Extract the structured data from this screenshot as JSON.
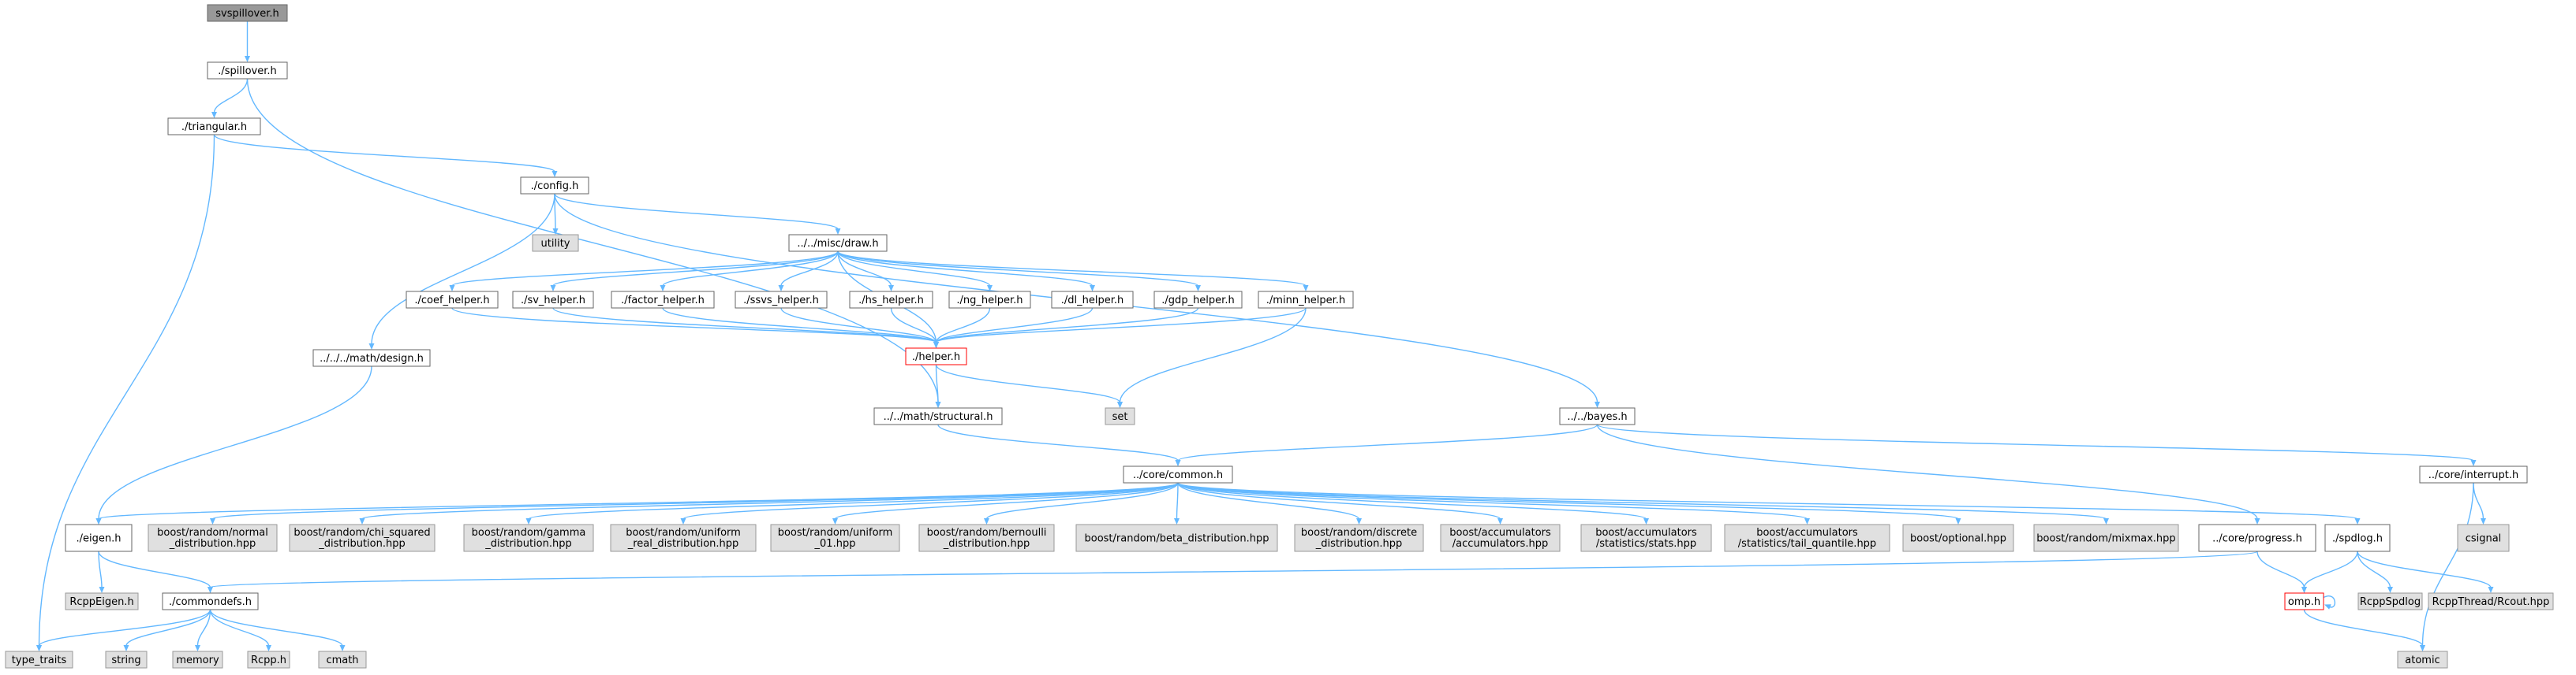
{
  "colors": {
    "edge": "#63b8ff",
    "root_fill": "#999999",
    "file_fill": "#ffffff",
    "file_stroke": "#666666",
    "system_fill": "#e0e0e0",
    "system_stroke": "#999999",
    "missing_stroke": "#ff0000"
  },
  "nodes": [
    {
      "id": "svspillover",
      "lines": [
        "svspillover.h"
      ],
      "kind": "root"
    },
    {
      "id": "spillover",
      "lines": [
        "./spillover.h"
      ],
      "kind": "file"
    },
    {
      "id": "triangular",
      "lines": [
        "./triangular.h"
      ],
      "kind": "file"
    },
    {
      "id": "config",
      "lines": [
        "./config.h"
      ],
      "kind": "file"
    },
    {
      "id": "utility",
      "lines": [
        "utility"
      ],
      "kind": "system"
    },
    {
      "id": "draw",
      "lines": [
        "../../misc/draw.h"
      ],
      "kind": "file"
    },
    {
      "id": "coef_helper",
      "lines": [
        "./coef_helper.h"
      ],
      "kind": "file"
    },
    {
      "id": "sv_helper",
      "lines": [
        "./sv_helper.h"
      ],
      "kind": "file"
    },
    {
      "id": "factor_helper",
      "lines": [
        "./factor_helper.h"
      ],
      "kind": "file"
    },
    {
      "id": "ssvs_helper",
      "lines": [
        "./ssvs_helper.h"
      ],
      "kind": "file"
    },
    {
      "id": "hs_helper",
      "lines": [
        "./hs_helper.h"
      ],
      "kind": "file"
    },
    {
      "id": "ng_helper",
      "lines": [
        "./ng_helper.h"
      ],
      "kind": "file"
    },
    {
      "id": "dl_helper",
      "lines": [
        "./dl_helper.h"
      ],
      "kind": "file"
    },
    {
      "id": "gdp_helper",
      "lines": [
        "./gdp_helper.h"
      ],
      "kind": "file"
    },
    {
      "id": "minn_helper",
      "lines": [
        "./minn_helper.h"
      ],
      "kind": "file"
    },
    {
      "id": "design",
      "lines": [
        "../../../math/design.h"
      ],
      "kind": "file"
    },
    {
      "id": "helper",
      "lines": [
        "./helper.h"
      ],
      "kind": "missing"
    },
    {
      "id": "structural",
      "lines": [
        "../../math/structural.h"
      ],
      "kind": "file"
    },
    {
      "id": "set",
      "lines": [
        "set"
      ],
      "kind": "system"
    },
    {
      "id": "bayes",
      "lines": [
        "../../bayes.h"
      ],
      "kind": "file"
    },
    {
      "id": "common",
      "lines": [
        "../core/common.h"
      ],
      "kind": "file"
    },
    {
      "id": "interrupt",
      "lines": [
        "../core/interrupt.h"
      ],
      "kind": "file"
    },
    {
      "id": "eigen",
      "lines": [
        "./eigen.h"
      ],
      "kind": "file"
    },
    {
      "id": "normal",
      "lines": [
        "boost/random/normal",
        "_distribution.hpp"
      ],
      "kind": "system"
    },
    {
      "id": "chi_squared",
      "lines": [
        "boost/random/chi_squared",
        "_distribution.hpp"
      ],
      "kind": "system"
    },
    {
      "id": "gamma",
      "lines": [
        "boost/random/gamma",
        "_distribution.hpp"
      ],
      "kind": "system"
    },
    {
      "id": "uniform_real",
      "lines": [
        "boost/random/uniform",
        "_real_distribution.hpp"
      ],
      "kind": "system"
    },
    {
      "id": "uniform_01",
      "lines": [
        "boost/random/uniform",
        "_01.hpp"
      ],
      "kind": "system"
    },
    {
      "id": "bernoulli",
      "lines": [
        "boost/random/bernoulli",
        "_distribution.hpp"
      ],
      "kind": "system"
    },
    {
      "id": "beta",
      "lines": [
        "boost/random/beta_distribution.hpp"
      ],
      "kind": "system"
    },
    {
      "id": "discrete",
      "lines": [
        "boost/random/discrete",
        "_distribution.hpp"
      ],
      "kind": "system"
    },
    {
      "id": "accumulators",
      "lines": [
        "boost/accumulators",
        "/accumulators.hpp"
      ],
      "kind": "system"
    },
    {
      "id": "stats",
      "lines": [
        "boost/accumulators",
        "/statistics/stats.hpp"
      ],
      "kind": "system"
    },
    {
      "id": "tail_quantile",
      "lines": [
        "boost/accumulators",
        "/statistics/tail_quantile.hpp"
      ],
      "kind": "system"
    },
    {
      "id": "optional",
      "lines": [
        "boost/optional.hpp"
      ],
      "kind": "system"
    },
    {
      "id": "mixmax",
      "lines": [
        "boost/random/mixmax.hpp"
      ],
      "kind": "system"
    },
    {
      "id": "progress",
      "lines": [
        "../core/progress.h"
      ],
      "kind": "file"
    },
    {
      "id": "spdlog",
      "lines": [
        "./spdlog.h"
      ],
      "kind": "file"
    },
    {
      "id": "csignal",
      "lines": [
        "csignal"
      ],
      "kind": "system"
    },
    {
      "id": "rcppeigen",
      "lines": [
        "RcppEigen.h"
      ],
      "kind": "system"
    },
    {
      "id": "commondefs",
      "lines": [
        "./commondefs.h"
      ],
      "kind": "file"
    },
    {
      "id": "omp",
      "lines": [
        "omp.h"
      ],
      "kind": "missing"
    },
    {
      "id": "rcppspdlog",
      "lines": [
        "RcppSpdlog"
      ],
      "kind": "system"
    },
    {
      "id": "rcppthread",
      "lines": [
        "RcppThread/Rcout.hpp"
      ],
      "kind": "system"
    },
    {
      "id": "type_traits",
      "lines": [
        "type_traits"
      ],
      "kind": "system"
    },
    {
      "id": "string",
      "lines": [
        "string"
      ],
      "kind": "system"
    },
    {
      "id": "memory",
      "lines": [
        "memory"
      ],
      "kind": "system"
    },
    {
      "id": "rcpp",
      "lines": [
        "Rcpp.h"
      ],
      "kind": "system"
    },
    {
      "id": "cmath",
      "lines": [
        "cmath"
      ],
      "kind": "system"
    },
    {
      "id": "atomic",
      "lines": [
        "atomic"
      ],
      "kind": "system"
    }
  ],
  "edges": [
    [
      "svspillover",
      "spillover"
    ],
    [
      "spillover",
      "triangular"
    ],
    [
      "spillover",
      "structural"
    ],
    [
      "triangular",
      "config"
    ],
    [
      "triangular",
      "type_traits"
    ],
    [
      "config",
      "utility"
    ],
    [
      "config",
      "draw"
    ],
    [
      "config",
      "design"
    ],
    [
      "config",
      "bayes"
    ],
    [
      "draw",
      "coef_helper"
    ],
    [
      "draw",
      "sv_helper"
    ],
    [
      "draw",
      "factor_helper"
    ],
    [
      "draw",
      "ssvs_helper"
    ],
    [
      "draw",
      "hs_helper"
    ],
    [
      "draw",
      "ng_helper"
    ],
    [
      "draw",
      "dl_helper"
    ],
    [
      "draw",
      "gdp_helper"
    ],
    [
      "draw",
      "minn_helper"
    ],
    [
      "draw",
      "helper"
    ],
    [
      "coef_helper",
      "helper"
    ],
    [
      "sv_helper",
      "helper"
    ],
    [
      "factor_helper",
      "helper"
    ],
    [
      "ssvs_helper",
      "helper"
    ],
    [
      "hs_helper",
      "helper"
    ],
    [
      "ng_helper",
      "helper"
    ],
    [
      "dl_helper",
      "helper"
    ],
    [
      "gdp_helper",
      "helper"
    ],
    [
      "minn_helper",
      "helper"
    ],
    [
      "minn_helper",
      "set"
    ],
    [
      "helper",
      "structural"
    ],
    [
      "helper",
      "set"
    ],
    [
      "design",
      "eigen"
    ],
    [
      "structural",
      "common"
    ],
    [
      "bayes",
      "common"
    ],
    [
      "bayes",
      "interrupt"
    ],
    [
      "bayes",
      "progress"
    ],
    [
      "common",
      "eigen"
    ],
    [
      "common",
      "normal"
    ],
    [
      "common",
      "chi_squared"
    ],
    [
      "common",
      "gamma"
    ],
    [
      "common",
      "uniform_real"
    ],
    [
      "common",
      "uniform_01"
    ],
    [
      "common",
      "bernoulli"
    ],
    [
      "common",
      "beta"
    ],
    [
      "common",
      "discrete"
    ],
    [
      "common",
      "accumulators"
    ],
    [
      "common",
      "stats"
    ],
    [
      "common",
      "tail_quantile"
    ],
    [
      "common",
      "optional"
    ],
    [
      "common",
      "mixmax"
    ],
    [
      "common",
      "spdlog"
    ],
    [
      "interrupt",
      "csignal"
    ],
    [
      "interrupt",
      "atomic"
    ],
    [
      "eigen",
      "rcppeigen"
    ],
    [
      "eigen",
      "commondefs"
    ],
    [
      "progress",
      "commondefs"
    ],
    [
      "progress",
      "omp"
    ],
    [
      "spdlog",
      "omp"
    ],
    [
      "spdlog",
      "rcppspdlog"
    ],
    [
      "spdlog",
      "rcppthread"
    ],
    [
      "commondefs",
      "type_traits"
    ],
    [
      "commondefs",
      "string"
    ],
    [
      "commondefs",
      "memory"
    ],
    [
      "commondefs",
      "rcpp"
    ],
    [
      "commondefs",
      "cmath"
    ],
    [
      "omp",
      "omp"
    ],
    [
      "omp",
      "atomic"
    ]
  ]
}
